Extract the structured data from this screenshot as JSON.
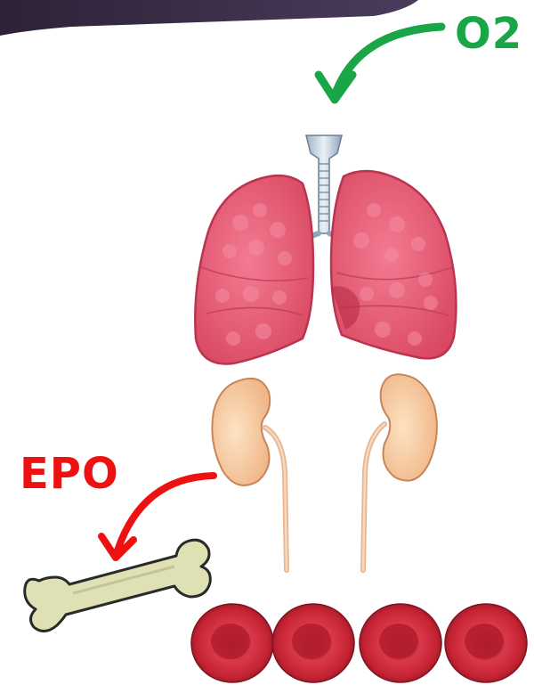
{
  "labels": {
    "oxygen": "O2",
    "epo": "EPO"
  },
  "colors": {
    "oxygen_arrow": "#18a646",
    "epo_arrow": "#ee1111",
    "lung": "#e8566f",
    "kidney": "#f7cfa4",
    "bone": "#dfe0b4",
    "red_blood_cell": "#d93645",
    "header_band": "#3c2f4c"
  },
  "icons": [
    "header-band",
    "oxygen-arrow-icon",
    "trachea-icon",
    "lungs-icon",
    "kidneys-icon",
    "epo-arrow-icon",
    "bone-icon",
    "red-blood-cell-icon"
  ],
  "red_blood_cell_count": 4
}
